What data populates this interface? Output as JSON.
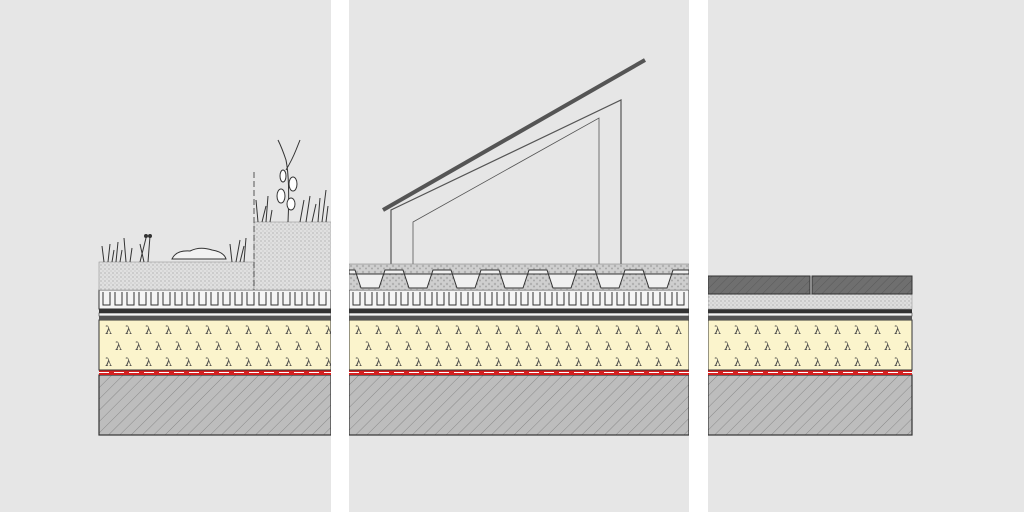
{
  "diagram": {
    "panels": [
      {
        "id": "green-roof",
        "subject": "extensive green roof build-up with vegetation"
      },
      {
        "id": "solar-roof",
        "subject": "flat roof with inclined solar panel on ballast tray"
      },
      {
        "id": "paved-roof",
        "subject": "roof terrace with paving slabs"
      }
    ],
    "insulation_symbol": "λ",
    "colors": {
      "background": "#e6e6e6",
      "gutter": "#ffffff",
      "insulation": "#fbf4cc",
      "vapour_barrier": "#d42020",
      "concrete": "#bdbdbd",
      "line": "#333333",
      "paving": "#6f6f6f",
      "gravel": "#cfcfcf"
    },
    "icons": [
      "plant-icon",
      "stone-icon",
      "solar-panel-icon",
      "paving-slab-icon"
    ]
  }
}
